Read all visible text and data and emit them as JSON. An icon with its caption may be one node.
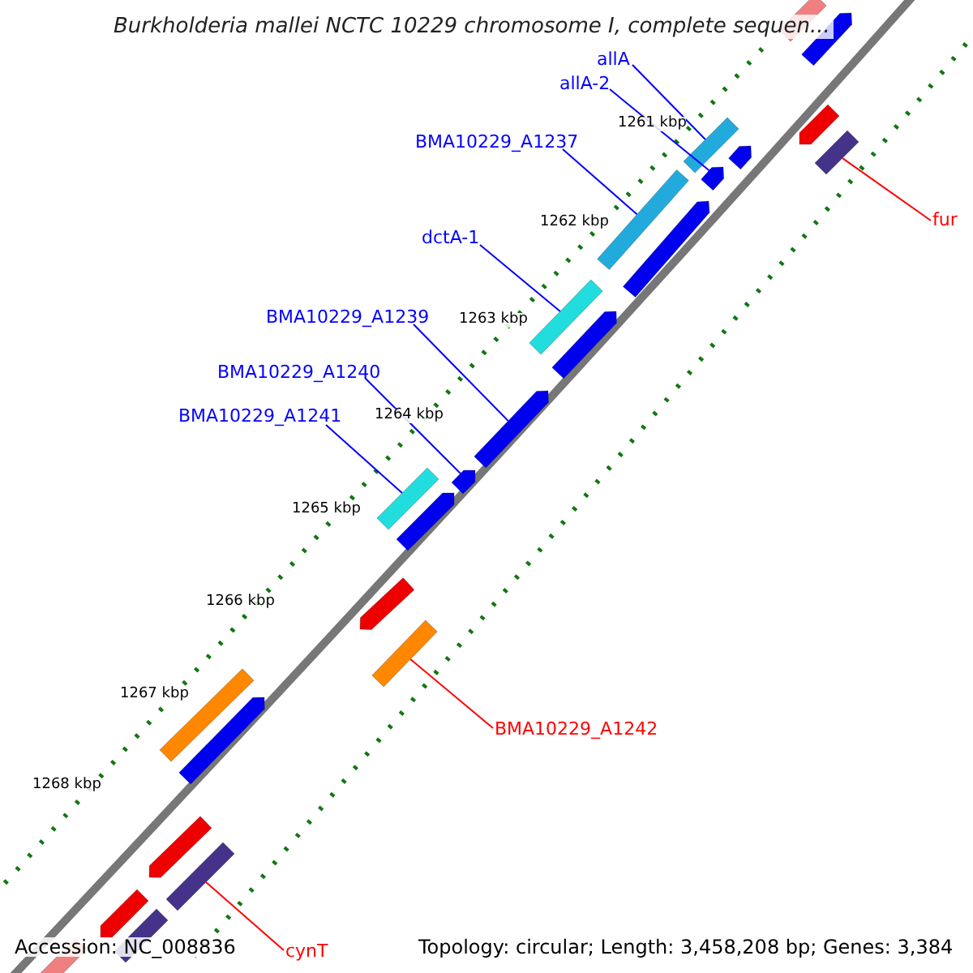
{
  "diagram": {
    "title": "Burkholderia mallei NCTC 10229 chromosome I, complete sequen...",
    "nodes": [
      {
        "text": [
          "allA"
        ]
      },
      {
        "text": [
          "allA-2"
        ]
      },
      {
        "text": [
          "BMA10229_A1237"
        ]
      },
      {
        "text": [
          "dctA-1"
        ]
      },
      {
        "text": [
          "BMA10229_A1239"
        ]
      },
      {
        "text": [
          "BMA10229_A1240"
        ]
      },
      {
        "text": [
          "BMA10229_A1241"
        ]
      },
      {
        "text": [
          "fur"
        ]
      },
      {
        "text": [
          "BMA10229_A1242"
        ]
      },
      {
        "text": [
          "cynT"
        ]
      },
      {
        "text": [],
        "shape": "bar"
      },
      {
        "text": [],
        "shape": "bar"
      },
      {
        "text": [],
        "shape": "bar"
      },
      {
        "text": [],
        "shape": "bar"
      },
      {
        "text": [],
        "shape": "bar"
      },
      {
        "text": [],
        "shape": "bar"
      },
      {
        "text": [],
        "shape": "bar"
      },
      {
        "text": [],
        "shape": "bar"
      },
      {
        "text": [],
        "shape": "bar"
      },
      {
        "text": [],
        "shape": "bar"
      },
      {
        "text": [],
        "shape": "bar"
      },
      {
        "text": [],
        "shape": "bar"
      },
      {
        "text": [],
        "shape": "bar"
      },
      {
        "text": [],
        "shape": "bar"
      },
      {
        "text": [],
        "shape": "bar"
      },
      {
        "text": [],
        "shape": "bar"
      },
      {
        "text": [],
        "shape": "bar"
      },
      {
        "text": [],
        "shape": "bar"
      },
      {
        "text": [],
        "shape": "bar"
      },
      {
        "text": [],
        "shape": "bar"
      },
      {
        "text": [],
        "shape": "bar"
      },
      {
        "text": [],
        "shape": "bar"
      },
      {
        "text": [],
        "shape": "bar"
      },
      {
        "text": [],
        "shape": "bar"
      }
    ],
    "edges": [
      {
        "from": 0,
        "to": 13,
        "arrow": "none"
      },
      {
        "from": 1,
        "to": 16,
        "arrow": "none"
      },
      {
        "from": 2,
        "to": 17,
        "arrow": "none"
      },
      {
        "from": 3,
        "to": 19,
        "arrow": "none"
      },
      {
        "from": 4,
        "to": 21,
        "arrow": "none"
      },
      {
        "from": 5,
        "to": 22,
        "arrow": "none"
      },
      {
        "from": 6,
        "to": 23,
        "arrow": "none"
      },
      {
        "from": 7,
        "to": 14,
        "arrow": "none",
        "color": "#ff0000"
      },
      {
        "from": 8,
        "to": 26,
        "arrow": "none",
        "color": "#ff0000"
      },
      {
        "from": 9,
        "to": 30,
        "arrow": "none",
        "color": "#ff0000"
      }
    ],
    "labels": [
      "1261 kbp",
      "1262 kbp",
      "1263 kbp",
      "1264 kbp",
      "1265 kbp",
      "1266 kbp",
      "1267 kbp",
      "1268 kbp",
      "Accession: NC_008836",
      "Topology: circular; Length: 3,458,208 bp; Genes: 3,384"
    ]
  }
}
